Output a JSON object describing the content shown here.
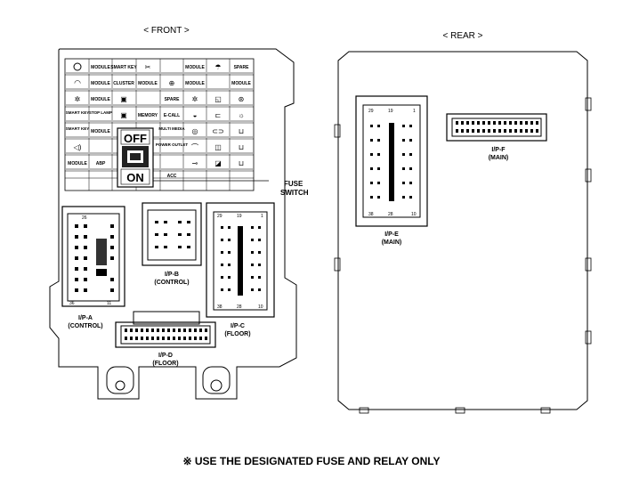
{
  "headers": {
    "front": "< FRONT >",
    "rear": "< REAR >"
  },
  "fuse_switch": {
    "label_line1": "FUSE",
    "label_line2": "SWITCH",
    "off": "OFF",
    "on": "ON"
  },
  "connectors": {
    "ipa": {
      "name": "I/P-A",
      "sub": "(CONTROL)",
      "pin_top": "26",
      "pin_b1": "36",
      "pin_b2": "11"
    },
    "ipb": {
      "name": "I/P-B",
      "sub": "(CONTROL)"
    },
    "ipc": {
      "name": "I/P-C",
      "sub": "(FLOOR)",
      "p1": "29",
      "p2": "19",
      "p3": "1",
      "p4": "38",
      "p5": "28",
      "p6": "10"
    },
    "ipd": {
      "name": "I/P-D",
      "sub": "(FLOOR)"
    },
    "ipe": {
      "name": "I/P-E",
      "sub": "(MAIN)",
      "p1": "29",
      "p2": "19",
      "p3": "1",
      "p4": "38",
      "p5": "28",
      "p6": "10"
    },
    "ipf": {
      "name": "I/P-F",
      "sub": "(MAIN)"
    }
  },
  "fuse_grid": {
    "row1": [
      "MODULE",
      "SMART KEY",
      "MODULE",
      "SPARE"
    ],
    "row2": [
      "MODULE",
      "CLUSTER",
      "MODULE",
      "MODULE",
      "MODULE"
    ],
    "row3": [
      "MODULE",
      "SPARE"
    ],
    "row4": [
      "SMART KEY",
      "STOP LAMP",
      "MEMORY",
      "E-CALL"
    ],
    "row5": [
      "SMART KEY",
      "MODULE",
      "MULTI MEDIA"
    ],
    "row6": [
      "POWER OUTLET"
    ],
    "row7": [
      "MODULE",
      "ABP"
    ],
    "row8": [
      "ACC"
    ]
  },
  "warning": "※ USE THE DESIGNATED FUSE AND RELAY ONLY"
}
